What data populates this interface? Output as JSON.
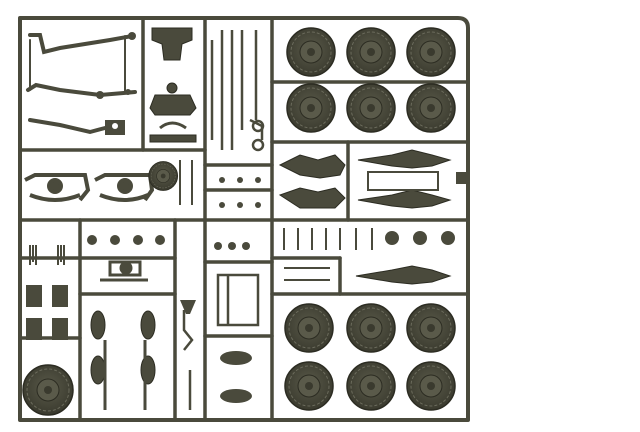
{
  "image": {
    "subject": "plastic-model-kit-sprue",
    "background_color": "#ffffff"
  },
  "colors": {
    "plastic": "#4a4a3c",
    "plastic_light": "#6b6b5c",
    "highlight": "#8a8a78"
  },
  "parts": {
    "wheel_groups": 2,
    "wheels_per_group": 6
  }
}
